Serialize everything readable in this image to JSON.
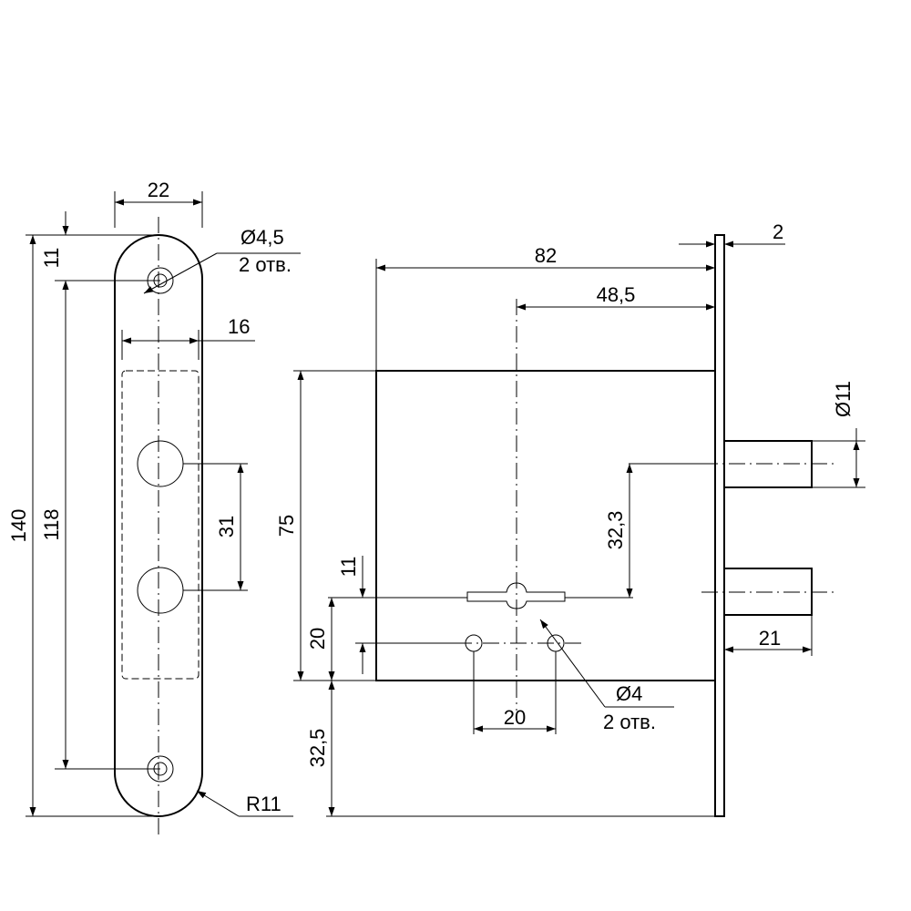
{
  "faceplate": {
    "width": "22",
    "hole_spec": "Ø4,5",
    "hole_count": "2 отв.",
    "edge_to_hole": "11",
    "inner_width": "16",
    "hole_spacing": "31",
    "overall_height": "140",
    "hole_to_hole": "118",
    "radius": "R11"
  },
  "body": {
    "plate_thickness": "2",
    "depth": "82",
    "backset": "48,5",
    "bolt_diameter": "Ø11",
    "height": "75",
    "bolt_offset": "32,3",
    "keyway_offset": "11",
    "hole_row_offset": "20",
    "bolt_throw": "21",
    "small_hole_spec": "Ø4",
    "small_hole_count": "2 отв.",
    "hole_pitch": "20",
    "bottom_offset": "32,5"
  }
}
